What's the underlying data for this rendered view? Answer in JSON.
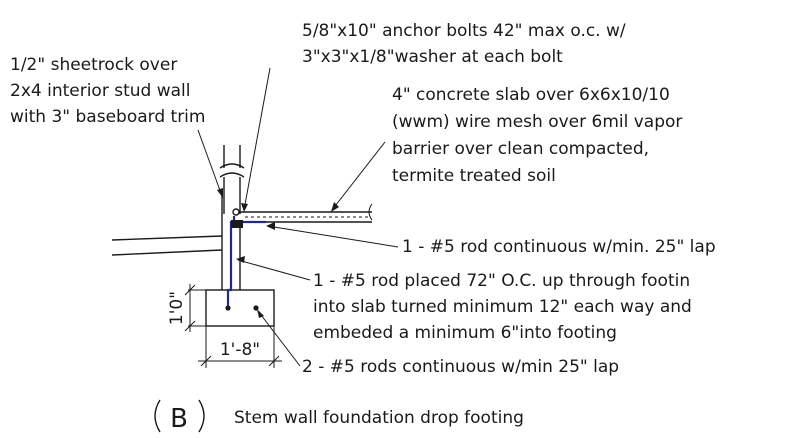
{
  "notes": {
    "anchor_bolts_line1": "5/8\"x10\" anchor bolts 42\" max o.c. w/",
    "anchor_bolts_line2": "3\"x3\"x1/8\"washer at each bolt",
    "sheetrock_line1": "1/2\" sheetrock over",
    "sheetrock_line2": "2x4 interior stud wall",
    "sheetrock_line3": "with 3\" baseboard trim",
    "slab_line1": "4\" concrete slab over 6x6x10/10",
    "slab_line2": "(wwm) wire mesh over 6mil vapor",
    "slab_line3": "barrier over clean compacted,",
    "slab_line4": "termite treated soil",
    "rod_continuous": "1 - #5 rod continuous w/min. 25\" lap",
    "rod_placed_line1": "1 - #5 rod  placed 72\" O.C. up through footin",
    "rod_placed_line2": "into slab turned minimum 12\" each way and",
    "rod_placed_line3": "embeded a minimum 6\"into footing",
    "rods_two": "2 - #5 rods continuous w/min 25\" lap"
  },
  "dimensions": {
    "footing_depth": "1'0\"",
    "footing_width": "1'-8\""
  },
  "detail": {
    "marker": "B",
    "title": "Stem wall foundation drop footing"
  },
  "colors": {
    "linework": "#1a1a1a",
    "rebar": "#1f2a8a"
  }
}
